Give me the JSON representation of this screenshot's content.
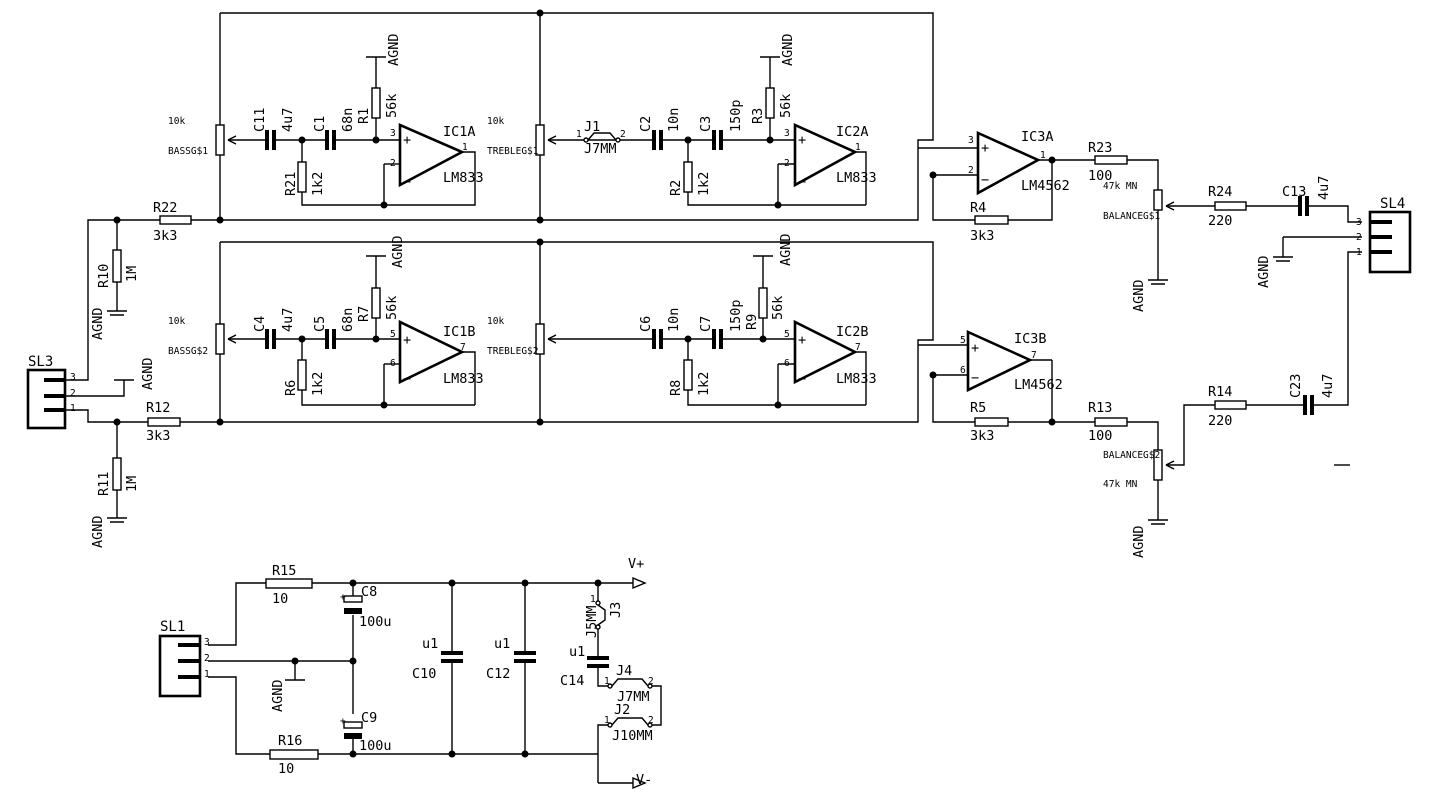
{
  "labels": {
    "bassg1_val": "10k",
    "bassg1": "BASSG$1",
    "bassg2_val": "10k",
    "bassg2": "BASSG$2",
    "trebleg1_val": "10k",
    "trebleg1": "TREBLEG$1",
    "trebleg2_val": "10k",
    "trebleg2": "TREBLEG$2",
    "balance1_val": "47k MN",
    "balance1": "BALANCEG$1",
    "balance2_val": "47k MN",
    "balance2": "BALANCEG$2",
    "c11": "C11",
    "c11_val": "4u7",
    "c1": "C1",
    "c1_val": "68n",
    "r1": "R1",
    "r1_val": "56k",
    "r21": "R21",
    "r21_val": "1k2",
    "ic1a": "IC1A",
    "ic1a_type": "LM833",
    "j1": "J1",
    "j1_val": "J7MM",
    "c2": "C2",
    "c2_val": "10n",
    "c3": "C3",
    "c3_val": "150p",
    "r3": "R3",
    "r3_val": "56k",
    "r2": "R2",
    "r2_val": "1k2",
    "ic2a": "IC2A",
    "ic2a_type": "LM833",
    "c4": "C4",
    "c4_val": "4u7",
    "c5": "C5",
    "c5_val": "68n",
    "r7": "R7",
    "r7_val": "56k",
    "r6": "R6",
    "r6_val": "1k2",
    "ic1b": "IC1B",
    "ic1b_type": "LM833",
    "c6": "C6",
    "c6_val": "10n",
    "c7": "C7",
    "c7_val": "150p",
    "r9": "R9",
    "r9_val": "56k",
    "r8": "R8",
    "r8_val": "1k2",
    "ic2b": "IC2B",
    "ic2b_type": "LM833",
    "ic3a": "IC3A",
    "ic3a_type": "LM4562",
    "ic3b": "IC3B",
    "ic3b_type": "LM4562",
    "r4": "R4",
    "r4_val": "3k3",
    "r5": "R5",
    "r5_val": "3k3",
    "r22": "R22",
    "r22_val": "3k3",
    "r12": "R12",
    "r12_val": "3k3",
    "r10": "R10",
    "r10_val": "1M",
    "r11": "R11",
    "r11_val": "1M",
    "r23": "R23",
    "r23_val": "100",
    "r13": "R13",
    "r13_val": "100",
    "r24": "R24",
    "r24_val": "220",
    "r14": "R14",
    "r14_val": "220",
    "c13": "C13",
    "c13_val": "4u7",
    "c23": "C23",
    "c23_val": "4u7",
    "sl1": "SL1",
    "sl3": "SL3",
    "sl4": "SL4",
    "agnd": "AGND",
    "r15": "R15",
    "r15_val": "10",
    "r16": "R16",
    "r16_val": "10",
    "c8": "C8",
    "c8_val": "100u",
    "c9": "C9",
    "c9_val": "100u",
    "c10": "C10",
    "c10_val": "u1",
    "c12": "C12",
    "c12_val": "u1",
    "c14": "C14",
    "c14_val": "u1",
    "j3": "J3",
    "j3_val": "J5MM",
    "j4": "J4",
    "j4_val": "J7MM",
    "j2": "J2",
    "j2_val": "J10MM",
    "vplus": "V+",
    "vminus": "V-",
    "pin_1": "1",
    "pin_2": "2",
    "pin_3": "3",
    "pin_5": "5",
    "pin_6": "6",
    "pin_7": "7",
    "plus": "+",
    "minus": "−"
  }
}
